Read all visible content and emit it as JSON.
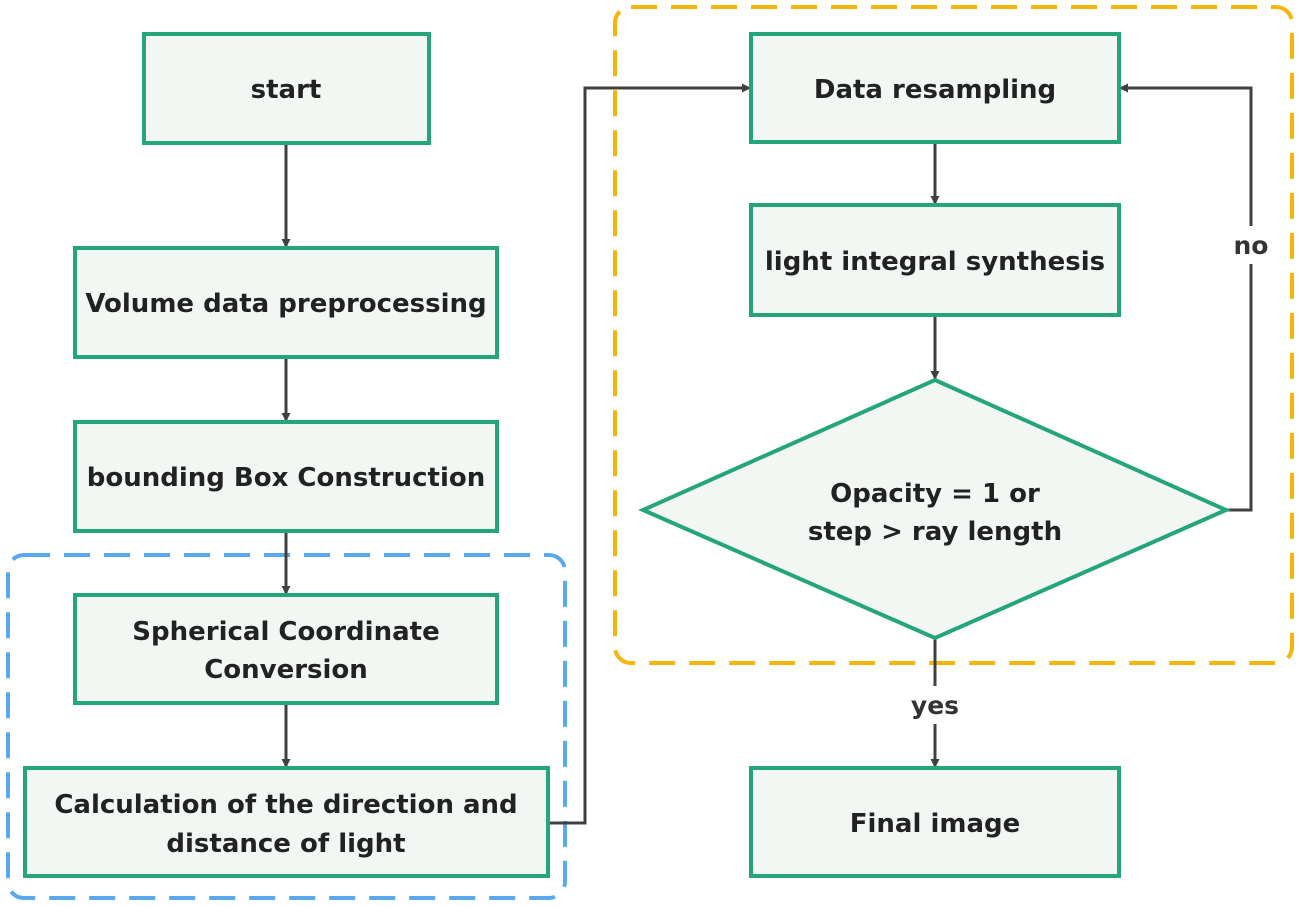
{
  "colors": {
    "node_fill": "#f3f7f4",
    "node_border": "#25a57c",
    "arrow": "#404040",
    "group_left_border": "#5aa9f0",
    "group_right_border": "#f5b50a",
    "text": "#222222"
  },
  "nodes": {
    "start": {
      "line1": "start"
    },
    "volume": {
      "line1": "Volume data preprocessing"
    },
    "bbox": {
      "line1": "bounding Box Construction"
    },
    "spherical": {
      "line1": "Spherical Coordinate",
      "line2": "Conversion"
    },
    "calc": {
      "line1": "Calculation of the direction and",
      "line2": "distance of light"
    },
    "resample": {
      "line1": "Data resampling"
    },
    "integral": {
      "line1": "light integral synthesis"
    },
    "decision": {
      "line1": "Opacity = 1 or",
      "line2": "step > ray length"
    },
    "final": {
      "line1": "Final image"
    }
  },
  "edge_labels": {
    "no": "no",
    "yes": "yes"
  }
}
